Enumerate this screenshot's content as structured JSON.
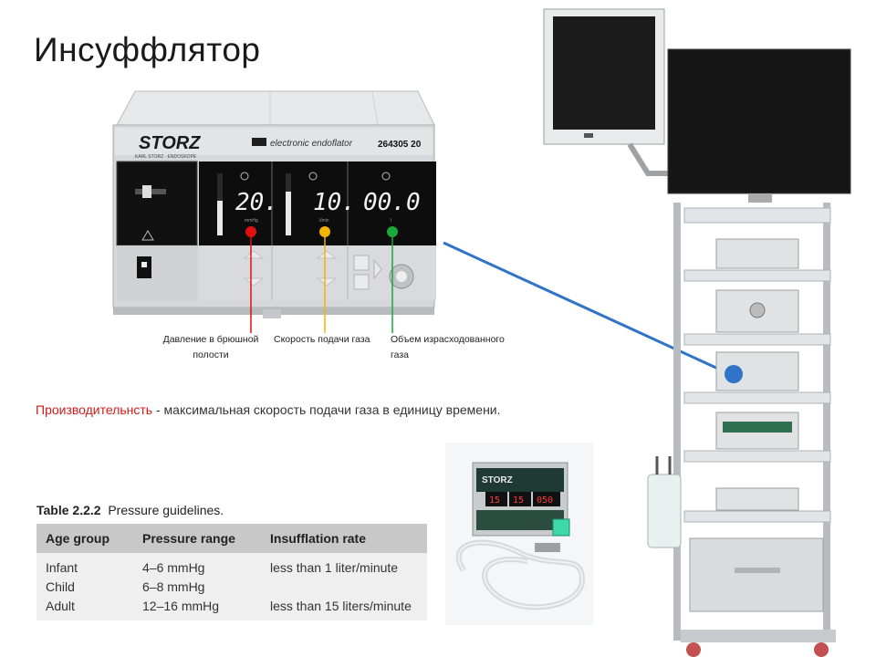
{
  "title": "Инсуффлятор",
  "device": {
    "brand": "STORZ",
    "brand_sub": "KARL STORZ · ENDOSKOPE",
    "model_label": "electronic endoflator",
    "model_number": "264305 20",
    "display_pressure": "20.",
    "display_flow": "10.",
    "display_volume": "00.0",
    "unit_pressure": "mmHg",
    "unit_flow": "l/min",
    "unit_volume": "l"
  },
  "labels": {
    "pressure": "Давление в брюшной полости",
    "flow": "Скорость подачи газа",
    "volume": "Объем израсходованного газа"
  },
  "performance": {
    "term": "Производительнсть",
    "rest": " - максимальная скорость подачи газа в единицу времени."
  },
  "table": {
    "caption_num": "Table 2.2.2",
    "caption_text": "Pressure guidelines.",
    "headers": [
      "Age group",
      "Pressure range",
      "Insufflation rate"
    ],
    "rows": [
      [
        "Infant",
        "4–6 mmHg",
        "less than 1 liter/minute"
      ],
      [
        "Child",
        "6–8 mmHg",
        ""
      ],
      [
        "Adult",
        "12–16 mmHg",
        "less than 15 liters/minute"
      ]
    ]
  },
  "small_device": {
    "brand": "STORZ",
    "d1": "15",
    "d2": "15",
    "d3": "050"
  },
  "colors": {
    "marker_red": "#e01010",
    "marker_yellow": "#f2b400",
    "marker_green": "#19a83a",
    "pointer_blue": "#2f74c8",
    "term_red": "#d11a1a"
  }
}
